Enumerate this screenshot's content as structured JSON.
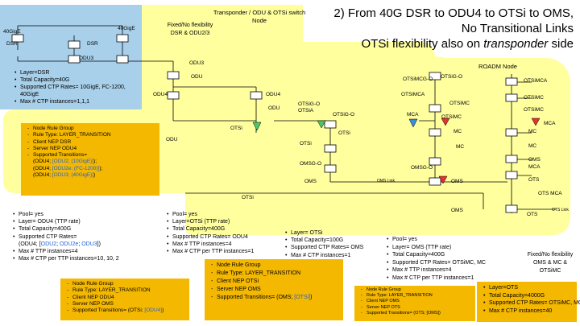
{
  "headline": {
    "line1": "2) From 40G DSR to ODU4 to OTSi to OMS,",
    "line2": "No Transitional Links",
    "line3_main": "OTSi flexibility also on ",
    "line3_italic": "transponder",
    "line3_end": " side"
  },
  "transponder_label": "Transponder / ODU & OTSi switch Node",
  "roadm_label": "ROADM Node",
  "fixed_flex_top": "Fixed/No flexibility DSR & ODU2/3",
  "fixed_flex_right": "Fixed/No flexibility OMS & MC & OTSiMC",
  "diagram_labels": {
    "g40_left": "40GigE",
    "g40_right": "40GigE",
    "dsr_left": "DSR",
    "dsr_mid": "DSR",
    "odu3_left": "ODU3",
    "odu3_right": "ODU3",
    "odu_a": "ODU",
    "odu4_left": "ODU4",
    "odu4_right": "ODU4",
    "odu_b": "ODU",
    "odu_c": "ODU",
    "otsi_a": "OTSi",
    "otsi_b": "OTSi",
    "otsi_c": "OTSi",
    "otsi_bottom": "OTSi",
    "otsig_otsia": "OTSiG-O OTSiA",
    "otsig_o_mid": "OTSiG-O",
    "otsig_o_top": "OTSiG-O",
    "otsimcg_o": "OTSiMCG-O",
    "otsimca_left": "OTSiMCA",
    "otsimca_right": "OTSiMCA",
    "otsimc_a": "OTSiMC",
    "otsimc_b": "OTSiMC",
    "otsimc_c": "OTSiMC",
    "otsimc_d": "OTSiMC",
    "mca_left": "MCA",
    "mca_r1": "MCA",
    "mca_r2": "MCA",
    "mc_a": "MC",
    "mc_b": "MC",
    "mc_c": "MC",
    "mc_d": "MC",
    "omsg_o_left": "OMSG-O",
    "omsg_o_right": "OMSG-O",
    "oms_a": "OMS",
    "oms_b": "OMS",
    "oms_c": "OMS",
    "oms_d": "OMS",
    "oms_link_a": "OMS Link",
    "oms_link_b": "OTS Link",
    "ots_mca": "OTS MCA",
    "ots_a": "OTS",
    "ots_b": "OTS"
  },
  "dsr_list": [
    "Layer=DSR",
    "Total Capacity=40G",
    "Supported CTP Rates= 10GigE, FC-1200, 40GigE",
    "Max # CTP instances=1,1,1"
  ],
  "nodeRule1": {
    "items": [
      "Node Rule Group",
      "Rule Type: LAYER_TRANSITION",
      "Client NEP DSR",
      "Server NEP ODU4",
      "Supported Transitions="
    ],
    "t1_a": "(ODU4; ",
    "t1_b": "[ODU2; (10GigE)]",
    "t1_c": ");",
    "t2_a": "(ODU4; ",
    "t2_b": "[ODU2e; (FC-1200)]",
    "t2_c": ");",
    "t3_a": "(ODU4; ",
    "t3_b": "[ODU3; (40GigE)]",
    "t3_c": ")"
  },
  "odu_pool": {
    "items": [
      "Pool= yes",
      "Layer= ODU4 (TTP rate)",
      "Total Capacity=400G",
      "Supported CTP Rates=",
      "Max # TTP instances=4",
      "Max # CTP per TTP instances=10, 10, 2"
    ],
    "ctp_a": "(ODU4; [",
    "ctp_b": "ODU2",
    "ctp_c": "; ",
    "ctp_d": "ODU2e",
    "ctp_e": "; ",
    "ctp_f": "ODU3",
    "ctp_g": "])"
  },
  "nodeRule2": {
    "items": [
      "Node Rule Group",
      "Rule Type: LAYER_TRANSITION",
      "Client NEP ODU4",
      "Server NEP OMS"
    ],
    "trans_a": "Supported Transitions= (OTSi; ",
    "trans_b": "[ODU4]",
    "trans_c": ")"
  },
  "otsi_pool": [
    "Pool= yes",
    "Layer=OTSi (TTP rate)",
    "Total Capacity=400G",
    "Supported CTP Rates= ODU4",
    "Max # TTP instances=4",
    "Max # CTP per TTP instances=1"
  ],
  "otsi_layer": [
    "Layer= OTSi",
    "Total Capacity=100G",
    "Supported CTP Rates= OMS",
    "Max # CTP instances=1"
  ],
  "nodeRule3": {
    "items": [
      "Node Rule Group",
      "Rule Type: LAYER_TRANSITION",
      "Client NEP OTSi",
      "Server NEP OMS"
    ],
    "trans_a": "Supported Transitions= (OMS; ",
    "trans_b": "[OTSi]",
    "trans_c": ")"
  },
  "oms_pool": [
    "Pool= yes",
    "Layer= OMS (TTP rate)",
    "Total Capacity=400G",
    "Supported CTP Rates= OTSiMC, MC",
    "Max # TTP instances=4",
    "Max # CTP per TTP instances=1"
  ],
  "nodeRule4": {
    "items": [
      "Node Rule Group",
      "Rule Type: LAYER_TRANSITION",
      "Client NEP OMS",
      "Server NEP OTS",
      "Supported Transitions= (OTS; [OMS])"
    ]
  },
  "ots_list": [
    "Layer=OTS",
    "Total Capacity=4000G",
    "Supported CTP Rates= OTSiMC, MC",
    "Max # CTP instances=40"
  ],
  "colors": {
    "region_blue": "#a9d0ea",
    "region_yellow": "#ffff9e",
    "note_orange": "#f5b800",
    "accent_blue": "#1f63d6",
    "accent_orange": "#d9731a",
    "tri_green": "#4ec76a",
    "tri_blue": "#3a8ee0",
    "tri_red": "#e5322d"
  }
}
